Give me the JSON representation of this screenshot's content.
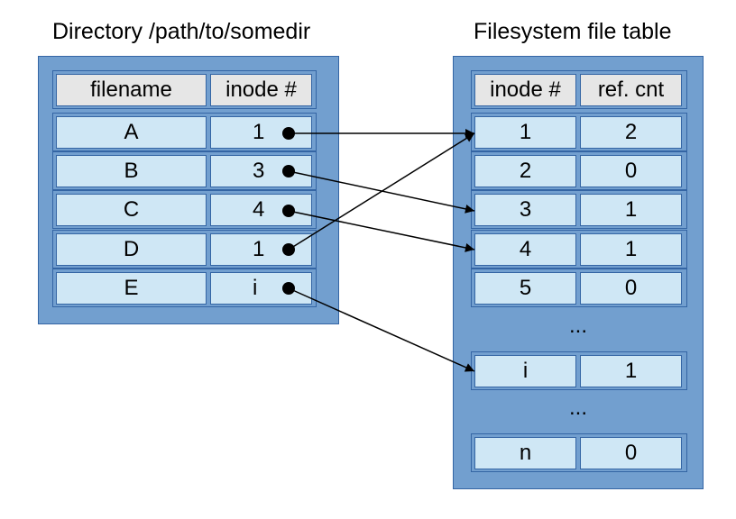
{
  "directory": {
    "title": "Directory /path/to/somedir",
    "headers": [
      "filename",
      "inode #"
    ],
    "rows": [
      {
        "name": "A",
        "inode": "1"
      },
      {
        "name": "B",
        "inode": "3"
      },
      {
        "name": "C",
        "inode": "4"
      },
      {
        "name": "D",
        "inode": "1"
      },
      {
        "name": "E",
        "inode": "i"
      }
    ]
  },
  "filetable": {
    "title": "Filesystem file table",
    "headers": [
      "inode #",
      "ref. cnt"
    ],
    "rows": [
      {
        "inode": "1",
        "refcnt": "2"
      },
      {
        "inode": "2",
        "refcnt": "0"
      },
      {
        "inode": "3",
        "refcnt": "1"
      },
      {
        "inode": "4",
        "refcnt": "1"
      },
      {
        "inode": "5",
        "refcnt": "0"
      }
    ],
    "ellipsis_1": "...",
    "row_i": {
      "inode": "i",
      "refcnt": "1"
    },
    "ellipsis_2": "...",
    "row_n": {
      "inode": "n",
      "refcnt": "0"
    }
  },
  "links": [
    {
      "from": "A",
      "to": "1"
    },
    {
      "from": "B",
      "to": "3"
    },
    {
      "from": "C",
      "to": "4"
    },
    {
      "from": "D",
      "to": "1"
    },
    {
      "from": "E",
      "to": "i"
    }
  ],
  "colors": {
    "panel": "#729fcf",
    "border": "#3465a4",
    "cell": "#cfe7f5",
    "header_cell": "#e6e6e6"
  }
}
